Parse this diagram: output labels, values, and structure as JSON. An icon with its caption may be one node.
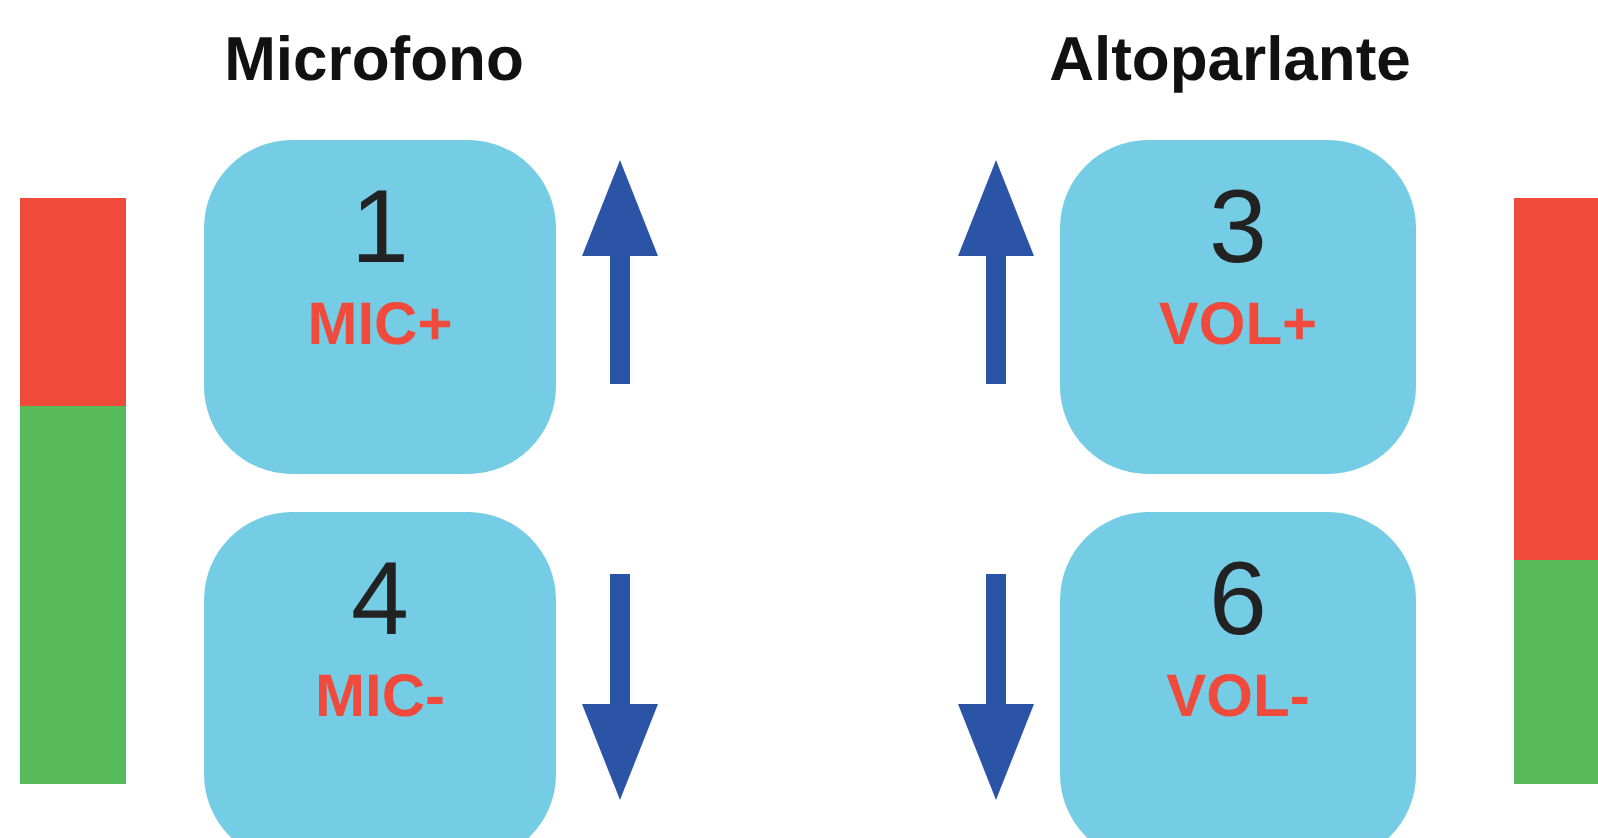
{
  "diagram": {
    "nodes": [
      {
        "text": [
          "1",
          "MIC+"
        ]
      },
      {
        "text": [
          "3",
          "VOL+"
        ]
      },
      {
        "text": [
          "4",
          "MIC-"
        ]
      },
      {
        "text": [
          "6",
          "VOL-"
        ]
      }
    ],
    "labels": [
      "Microfono",
      "Altoparlante"
    ]
  }
}
